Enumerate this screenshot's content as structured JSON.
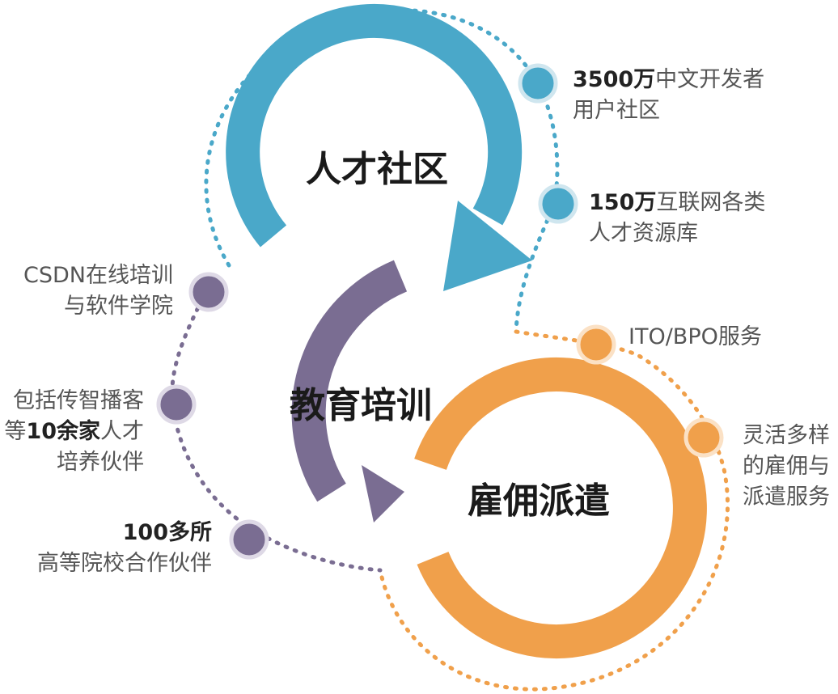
{
  "colors": {
    "blue": "#4aa8c9",
    "purple": "#7a6d92",
    "orange": "#f0a04b",
    "text": "#555555",
    "bold_text": "#222222"
  },
  "centers": {
    "talent": "人才社区",
    "education": "教育培训",
    "employment": "雇佣派遣"
  },
  "blue_labels": {
    "l1_num": "3500万",
    "l1_rest": "中文开发者",
    "l1_line2": "用户社区",
    "l2_num": "150万",
    "l2_rest": "互联网各类",
    "l2_line2": "人才资源库"
  },
  "purple_labels": {
    "l1_line1": "CSDN在线培训",
    "l1_line2": "与软件学院",
    "l2_line1": "包括传智播客",
    "l2_pre": "等",
    "l2_num": "10余家",
    "l2_post": "人才",
    "l2_line3": "培养伙伴",
    "l3_num": "100多所",
    "l3_line2": "高等院校合作伙伴"
  },
  "orange_labels": {
    "l1": "ITO/BPO服务",
    "l2_line1": "灵活多样",
    "l2_line2": "的雇佣与",
    "l2_line3": "派遣服务"
  }
}
